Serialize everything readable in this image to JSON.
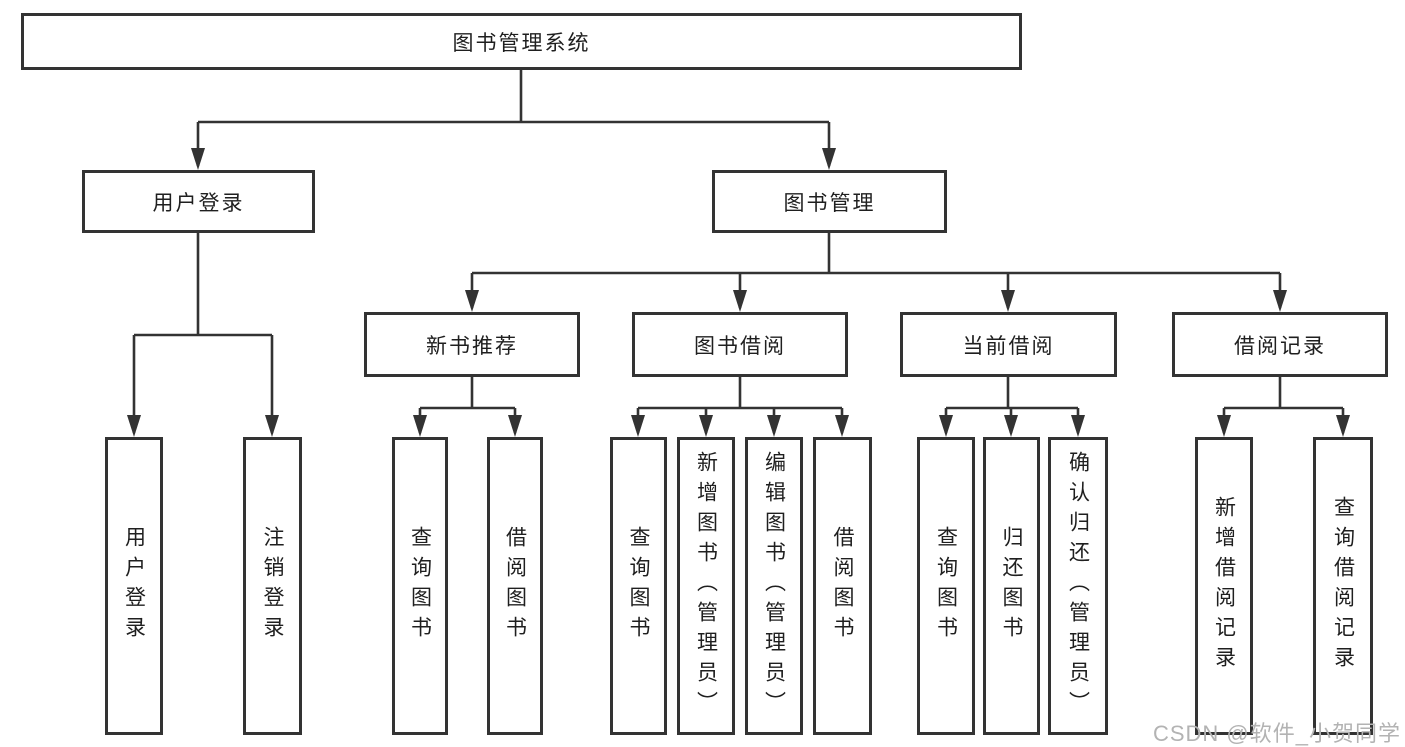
{
  "tree": {
    "label": "图书管理系统",
    "children": [
      {
        "label": "用户登录",
        "children": [
          {
            "label": "用户登录"
          },
          {
            "label": "注销登录"
          }
        ]
      },
      {
        "label": "图书管理",
        "children": [
          {
            "label": "新书推荐",
            "children": [
              {
                "label": "查询图书"
              },
              {
                "label": "借阅图书"
              }
            ]
          },
          {
            "label": "图书借阅",
            "children": [
              {
                "label": "查询图书"
              },
              {
                "label": "新增图书（管理员）"
              },
              {
                "label": "编辑图书（管理员）"
              },
              {
                "label": "借阅图书"
              }
            ]
          },
          {
            "label": "当前借阅",
            "children": [
              {
                "label": "查询图书"
              },
              {
                "label": "归还图书"
              },
              {
                "label": "确认归还（管理员）"
              }
            ]
          },
          {
            "label": "借阅记录",
            "children": [
              {
                "label": "新增借阅记录"
              },
              {
                "label": "查询借阅记录"
              }
            ]
          }
        ]
      }
    ]
  },
  "watermark": "CSDN @软件_小贺同学",
  "colors": {
    "line": "#333333",
    "text": "#1f1f1f",
    "background": "#ffffff",
    "watermark": "#b3b3b3"
  }
}
